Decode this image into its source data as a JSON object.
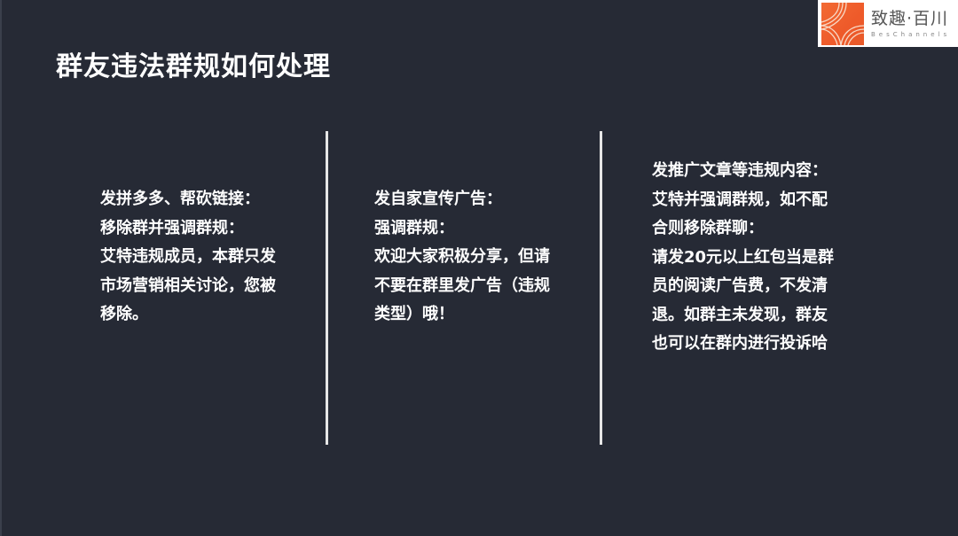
{
  "slide": {
    "title": "群友违法群规如何处理",
    "background_color": "#262a35",
    "text_color": "#ffffff",
    "divider_color": "#e6e6e6"
  },
  "logo": {
    "icon": "beschannels-logo-icon",
    "name_cn": "致趣·百川",
    "name_en": "BesChannels",
    "brand_color": "#f26a33"
  },
  "columns": [
    {
      "lines": [
        "发拼多多、帮砍链接：",
        "移除群并强调群规：",
        "艾特违规成员，本群只发",
        "市场营销相关讨论，您被",
        "移除。"
      ]
    },
    {
      "lines": [
        "发自家宣传广告：",
        "强调群规：",
        "欢迎大家积极分享，但请",
        "不要在群里发广告（违规",
        "类型）哦！"
      ]
    },
    {
      "lines": [
        "发推广文章等违规内容：",
        "艾特并强调群规，如不配",
        "合则移除群聊：",
        "请发20元以上红包当是群",
        "员的阅读广告费，不发清",
        "退。如群主未发现，群友",
        "也可以在群内进行投诉哈"
      ]
    }
  ]
}
